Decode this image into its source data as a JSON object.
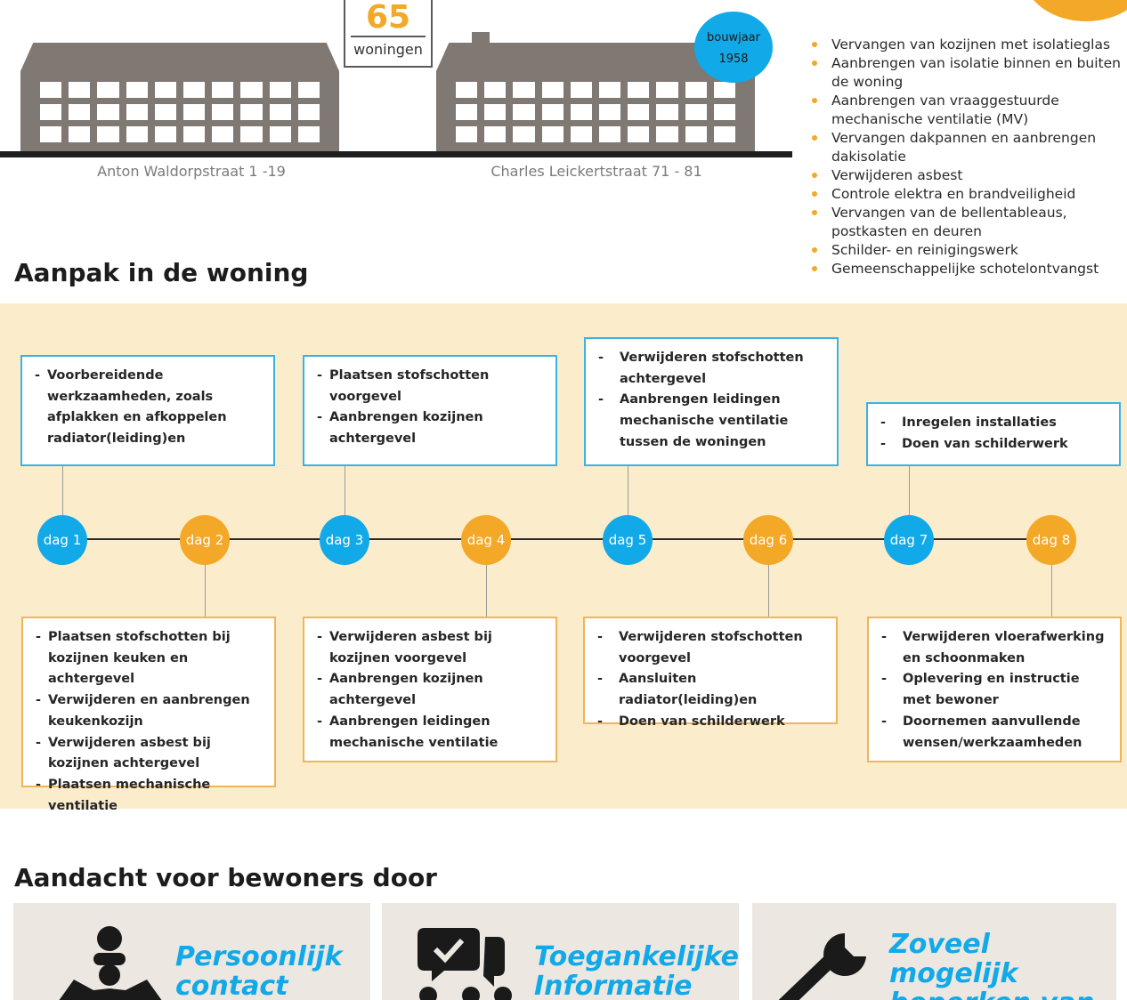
{
  "complex": {
    "count": "65",
    "count_label": "woningen",
    "year_label": "bouwjaar",
    "year": "1958",
    "streets": [
      "Anton Waldorpstraat 1 -19",
      "Charles Leickertstraat 71 - 81"
    ]
  },
  "measures": [
    "Vervangen van kozijnen met isolatieglas",
    "Aanbrengen van isolatie binnen en buiten de woning",
    "Aanbrengen van vraaggestuurde mechanische ventilatie (MV)",
    "Vervangen dakpannen en aanbrengen dakisolatie",
    "Verwijderen asbest",
    "Controle elektra en brandveiligheid",
    "Vervangen van de bellentableaus, postkasten en deuren",
    "Schilder- en reinigingswerk",
    "Gemeenschappelijke schotelontvangst"
  ],
  "approach": {
    "title": "Aanpak in de woning",
    "days": [
      {
        "label": "dag 1",
        "tasks": [
          "Voorbereidende werkzaamheden, zoals afplakken en afkoppelen radiator(leiding)en"
        ]
      },
      {
        "label": "dag 2",
        "tasks": [
          "Plaatsen stofschotten bij kozijnen keuken en achtergevel",
          "Verwijderen en aanbrengen keukenkozijn",
          "Verwijderen asbest bij kozijnen achtergevel",
          "Plaatsen mechanische ventilatie"
        ]
      },
      {
        "label": "dag 3",
        "tasks": [
          "Plaatsen stofschotten voorgevel",
          "Aanbrengen kozijnen achtergevel"
        ]
      },
      {
        "label": "dag 4",
        "tasks": [
          "Verwijderen asbest bij kozijnen voorgevel",
          "Aanbrengen kozijnen achtergevel",
          "Aanbrengen leidingen mechanische ventilatie"
        ]
      },
      {
        "label": "dag 5",
        "tasks": [
          "Verwijderen stofschotten achtergevel",
          "Aanbrengen leidingen mechanische ventilatie tussen de woningen"
        ]
      },
      {
        "label": "dag 6",
        "tasks": [
          "Verwijderen stofschotten voorgevel",
          "Aansluiten radiator(leiding)en",
          "Doen van schilderwerk"
        ]
      },
      {
        "label": "dag 7",
        "tasks": [
          "Inregelen installaties",
          "Doen van schilderwerk"
        ]
      },
      {
        "label": "dag 8",
        "tasks": [
          "Verwijderen vloerafwerking en schoonmaken",
          "Oplevering en instructie met bewoner",
          "Doornemen aanvullende wensen/werkzaamheden"
        ]
      }
    ]
  },
  "attention": {
    "title": "Aandacht voor bewoners door",
    "cards": [
      {
        "title_lines": [
          "Persoonlijk",
          "contact"
        ],
        "icon": "people-icon"
      },
      {
        "title_lines": [
          "Toegankelijke",
          "Informatie"
        ],
        "icon": "chat-check-icon"
      },
      {
        "title_lines": [
          "Zoveel mogelijk",
          "beperken van",
          "hinder"
        ],
        "icon": "wrench-icon"
      }
    ]
  },
  "colors": {
    "accent_blue": "#11a9e8",
    "accent_orange": "#f3a827",
    "band": "#fbeccc",
    "building": "#7f7873"
  }
}
